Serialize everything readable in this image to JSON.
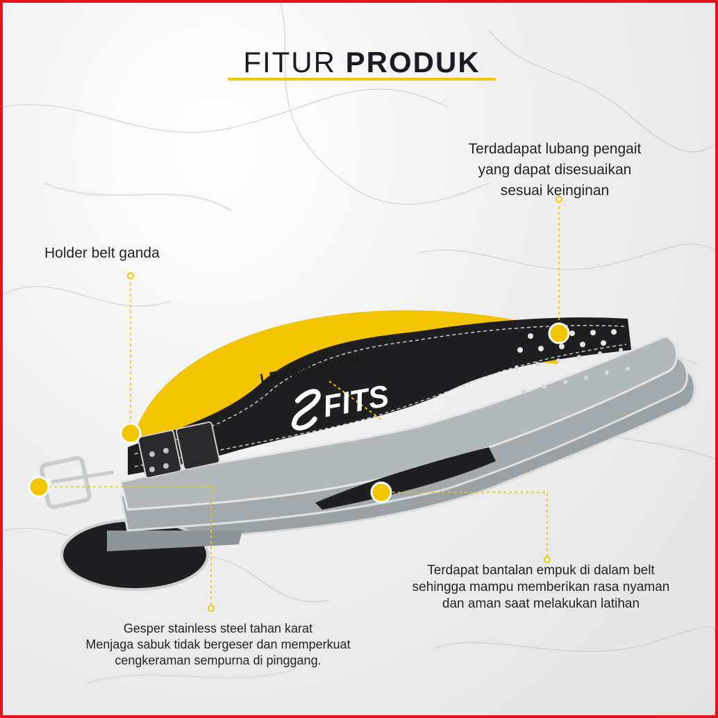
{
  "heading": {
    "thin": "FITUR",
    "bold": "PRODUK"
  },
  "callouts": {
    "holes": "Terdadapat lubang pengait\nyang dapat disesuaikan\nsesuai keinginan",
    "holder": "Holder belt ganda",
    "pad": "Terdapat bantalan empuk di dalam belt\nsehingga mampu memberikan rasa nyaman\ndan aman saat melakukan latihan",
    "buckle": "Gesper stainless steel tahan karat\nMenjaga sabuk tidak bergeser dan memperkuat\ncengkeraman sempurna di pinggang."
  },
  "width_label": "LEBAR 10 CM",
  "brand": "FITS",
  "colors": {
    "accent": "#f2c500",
    "frame": "#e3141b",
    "belt_dark": "#1f1f22",
    "belt_gray": "#9aa0a4"
  }
}
